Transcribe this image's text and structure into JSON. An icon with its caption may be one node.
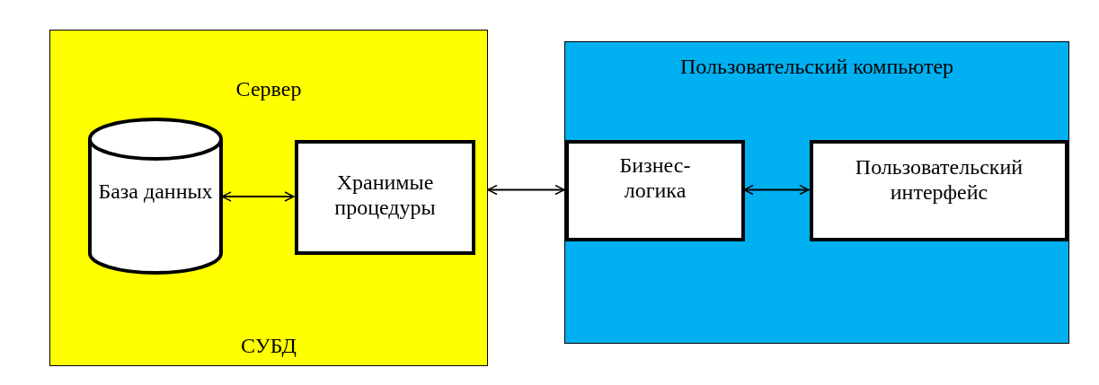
{
  "diagram": {
    "nodes": [
      {
        "text": [
          "Сервер",
          "СУБД"
        ]
      },
      {
        "text": [
          "База данных"
        ],
        "in": 0
      },
      {
        "text": [
          "Хранимые процедуры"
        ],
        "in": 0
      },
      {
        "text": [
          "Пользовательский компьютер"
        ]
      },
      {
        "text": [
          "Бизнес-логика"
        ],
        "in": 3
      },
      {
        "text": [
          "Пользовательский интерфейс"
        ],
        "in": 3
      }
    ],
    "edges": [
      {
        "from": 1,
        "to": 2,
        "arrow": "both"
      },
      {
        "from": 0,
        "to": 4,
        "arrow": "both"
      },
      {
        "from": 4,
        "to": 5,
        "arrow": "both"
      }
    ]
  }
}
